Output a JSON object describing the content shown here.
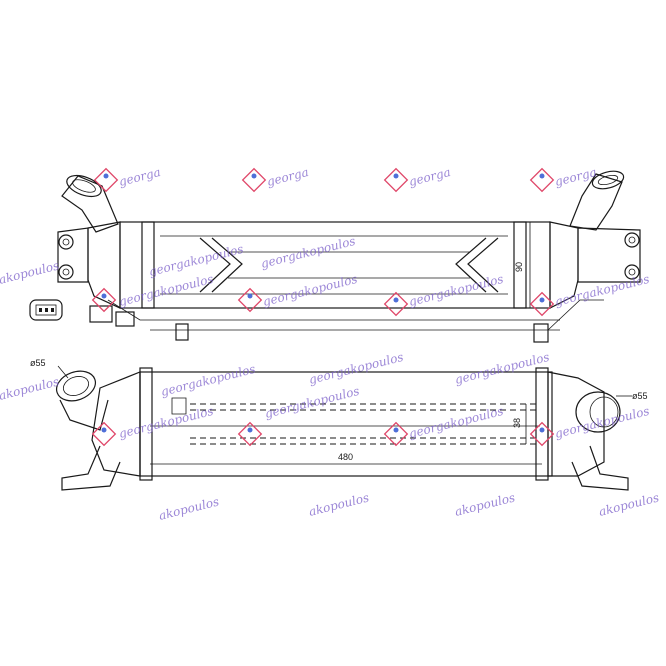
{
  "dimensions": {
    "diameter_left": "ø55",
    "diameter_right": "ø55",
    "height_top": "90",
    "height_bottom": "38",
    "length": "480"
  },
  "watermark": {
    "text_short": "georga",
    "text_full": "georgakopoulos",
    "text_end": "akopoulos"
  },
  "colors": {
    "line": "#1a1a1a",
    "watermark_text": "#7b5fc9",
    "watermark_logo": "#e0486a",
    "watermark_figure": "#4f6fd8"
  },
  "icons": {
    "watermark_logo": "diamond-logo-icon",
    "connector": "electrical-connector-icon"
  }
}
